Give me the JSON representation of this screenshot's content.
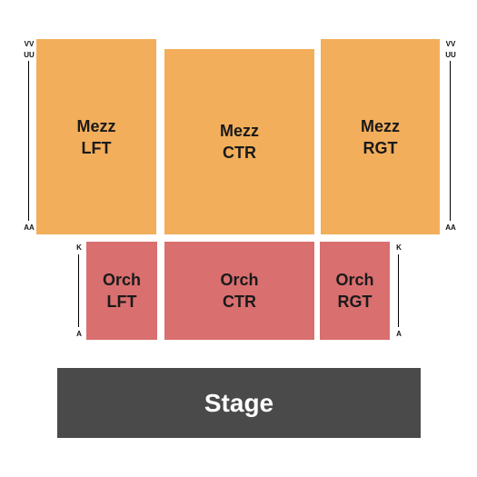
{
  "colors": {
    "mezzanine": "#F2AE5B",
    "orchestra": "#D96F6F",
    "stage": "#4A4A4A",
    "row_line": "#000000"
  },
  "sections": {
    "mezz_lft": {
      "line1": "Mezz",
      "line2": "LFT"
    },
    "mezz_ctr": {
      "line1": "Mezz",
      "line2": "CTR"
    },
    "mezz_rgt": {
      "line1": "Mezz",
      "line2": "RGT"
    },
    "orch_lft": {
      "line1": "Orch",
      "line2": "LFT"
    },
    "orch_ctr": {
      "line1": "Orch",
      "line2": "CTR"
    },
    "orch_rgt": {
      "line1": "Orch",
      "line2": "RGT"
    }
  },
  "stage": {
    "label": "Stage"
  },
  "rows": {
    "mezz_left": {
      "top1": "VV",
      "top2": "UU",
      "bottom": "AA"
    },
    "mezz_right": {
      "top1": "VV",
      "top2": "UU",
      "bottom": "AA"
    },
    "orch_left": {
      "top": "K",
      "bottom": "A"
    },
    "orch_right": {
      "top": "K",
      "bottom": "A"
    }
  }
}
